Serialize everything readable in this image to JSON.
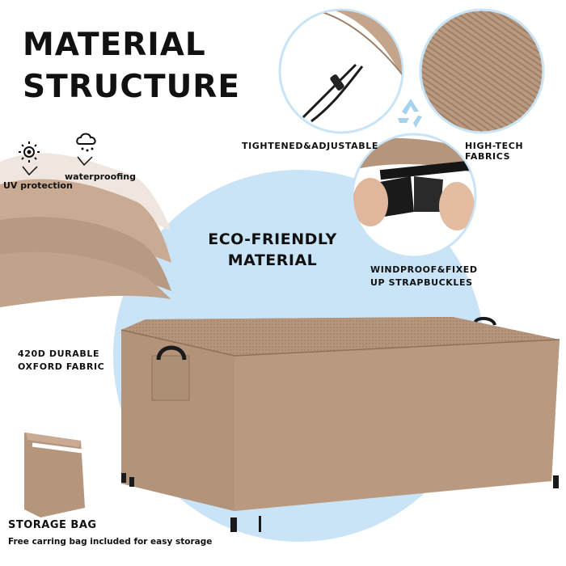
{
  "title": {
    "line1": "MATERIAL",
    "line2": "STRUCTURE"
  },
  "features": {
    "uv": "UV protection",
    "waterproof": "waterproofing",
    "tightened": "TIGHTENED&ADJUSTABLE",
    "fabric": "HIGH-TECH FABRICS",
    "eco_line1": "ECO-FRIENDLY",
    "eco_line2": "MATERIAL",
    "wind_line1": "WINDPROOF&FIXED",
    "wind_line2": "UP STRAPBUCKLES",
    "oxford_line1": "420D DURABLE",
    "oxford_line2": "OXFORD FABRIC"
  },
  "storage": {
    "title": "STORAGE BAG",
    "subtitle": "Free carring bag included for easy storage"
  },
  "icons": [
    "sun-icon",
    "rain-cloud-icon",
    "recycle-icon"
  ],
  "colors": {
    "fabric": "#b5967d",
    "fabric_dark": "#8f715b",
    "circle_bg": "#c9e4f6",
    "text": "#111111"
  }
}
